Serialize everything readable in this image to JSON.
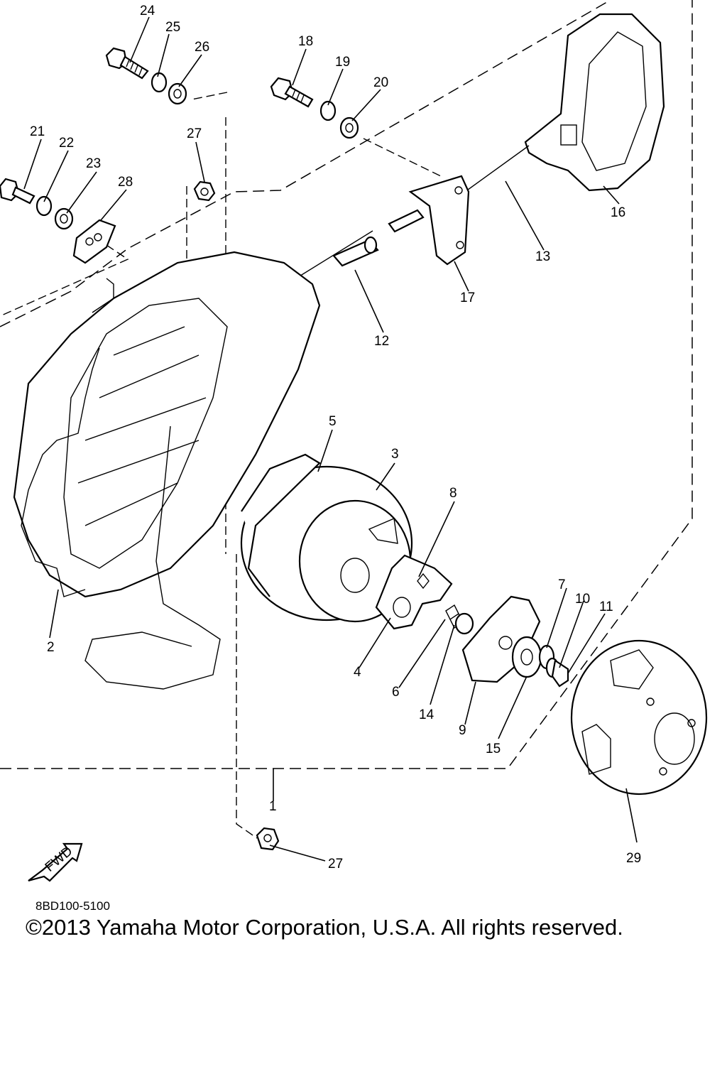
{
  "diagram": {
    "callouts": {
      "c1": "1",
      "c2": "2",
      "c3": "3",
      "c4": "4",
      "c5": "5",
      "c6": "6",
      "c7": "7",
      "c8": "8",
      "c9": "9",
      "c10": "10",
      "c11": "11",
      "c12": "12",
      "c13": "13",
      "c14": "14",
      "c15": "15",
      "c16": "16",
      "c17": "17",
      "c18": "18",
      "c19": "19",
      "c20": "20",
      "c21": "21",
      "c22": "22",
      "c23": "23",
      "c24": "24",
      "c25": "25",
      "c26": "26",
      "c27a": "27",
      "c27b": "27",
      "c28": "28",
      "c29": "29"
    },
    "fwd_label": "FWD"
  },
  "footer": {
    "catalog_code": "8BD100-5100",
    "copyright": "©2013 Yamaha Motor Corporation, U.S.A. All rights reserved."
  }
}
